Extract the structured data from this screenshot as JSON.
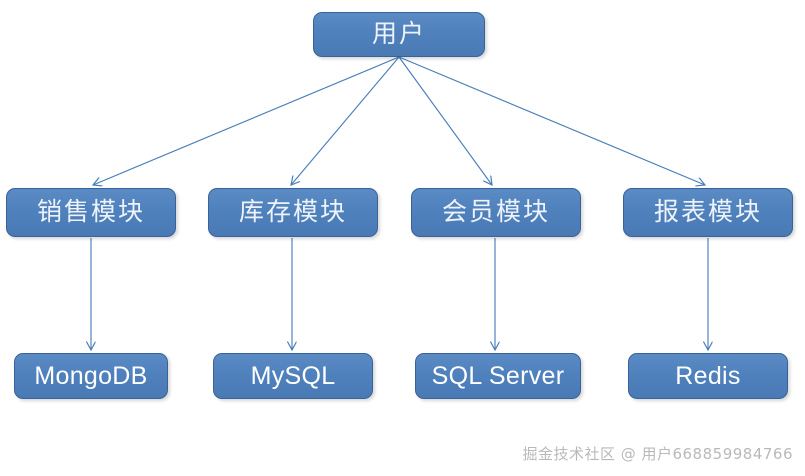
{
  "diagram": {
    "title_node": {
      "label": "用户",
      "name": "user"
    },
    "modules": [
      {
        "label": "销售模块",
        "name": "sales-module"
      },
      {
        "label": "库存模块",
        "name": "inventory-module"
      },
      {
        "label": "会员模块",
        "name": "member-module"
      },
      {
        "label": "报表模块",
        "name": "report-module"
      }
    ],
    "databases": [
      {
        "label": "MongoDB",
        "name": "mongodb"
      },
      {
        "label": "MySQL",
        "name": "mysql"
      },
      {
        "label": "SQL Server",
        "name": "sql-server"
      },
      {
        "label": "Redis",
        "name": "redis"
      }
    ],
    "edges": [
      {
        "from": "用户",
        "to": "销售模块"
      },
      {
        "from": "用户",
        "to": "库存模块"
      },
      {
        "from": "用户",
        "to": "会员模块"
      },
      {
        "from": "用户",
        "to": "报表模块"
      },
      {
        "from": "销售模块",
        "to": "MongoDB"
      },
      {
        "from": "库存模块",
        "to": "MySQL"
      },
      {
        "from": "会员模块",
        "to": "SQL Server"
      },
      {
        "from": "报表模块",
        "to": "Redis"
      }
    ],
    "colors": {
      "node_fill": "#4F81BD",
      "node_border": "#3A6198",
      "node_text": "#FFFFFF",
      "edge": "#4A7EBB",
      "background": "#FFFFFF",
      "watermark_text": "#B9B9B9"
    }
  },
  "watermark": {
    "text": "掘金技术社区 @ 用户668859984766"
  }
}
